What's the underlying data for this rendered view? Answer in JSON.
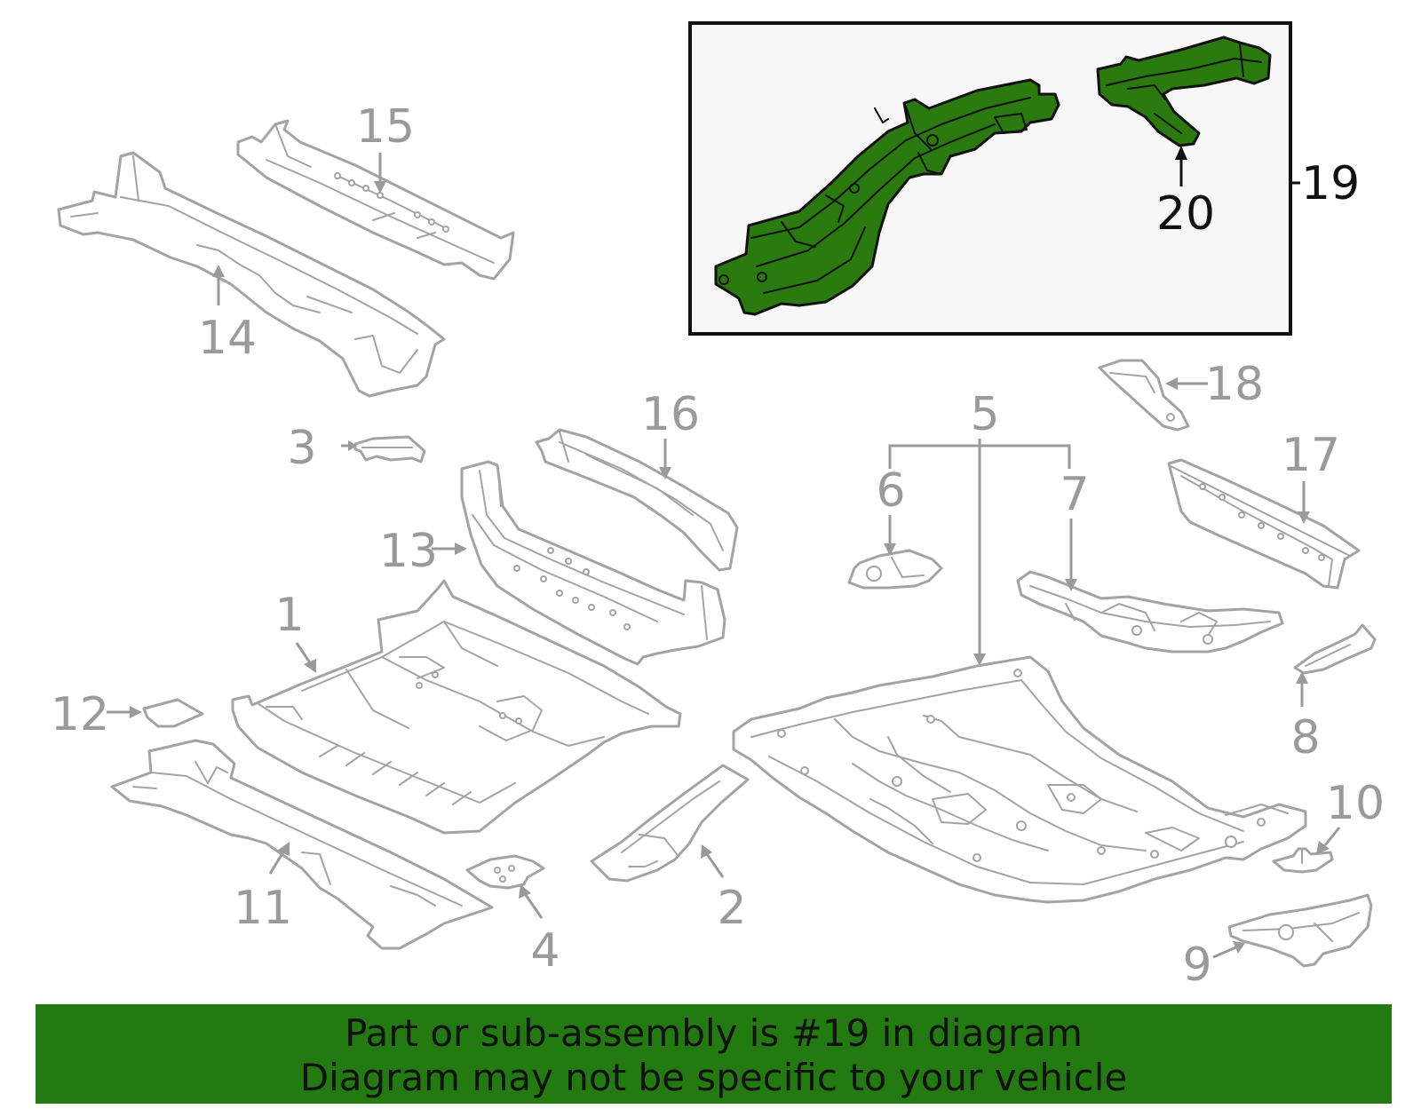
{
  "colors": {
    "highlight": "#2a7a10",
    "banner": "#237a10",
    "part_outline": "#a3a3a3",
    "callout_gray": "#9a9a9a",
    "callout_dark": "#111111"
  },
  "callouts": {
    "c1": "1",
    "c2": "2",
    "c3": "3",
    "c4": "4",
    "c5": "5",
    "c6": "6",
    "c7": "7",
    "c8": "8",
    "c9": "9",
    "c10": "10",
    "c11": "11",
    "c12": "12",
    "c13": "13",
    "c14": "14",
    "c15": "15",
    "c16": "16",
    "c17": "17",
    "c18": "18",
    "c19": "19",
    "c20": "20"
  },
  "highlighted_callout": "19",
  "banner": {
    "line1": "Part or sub-assembly is #19 in diagram",
    "line2": "Diagram may not be specific to your vehicle"
  }
}
